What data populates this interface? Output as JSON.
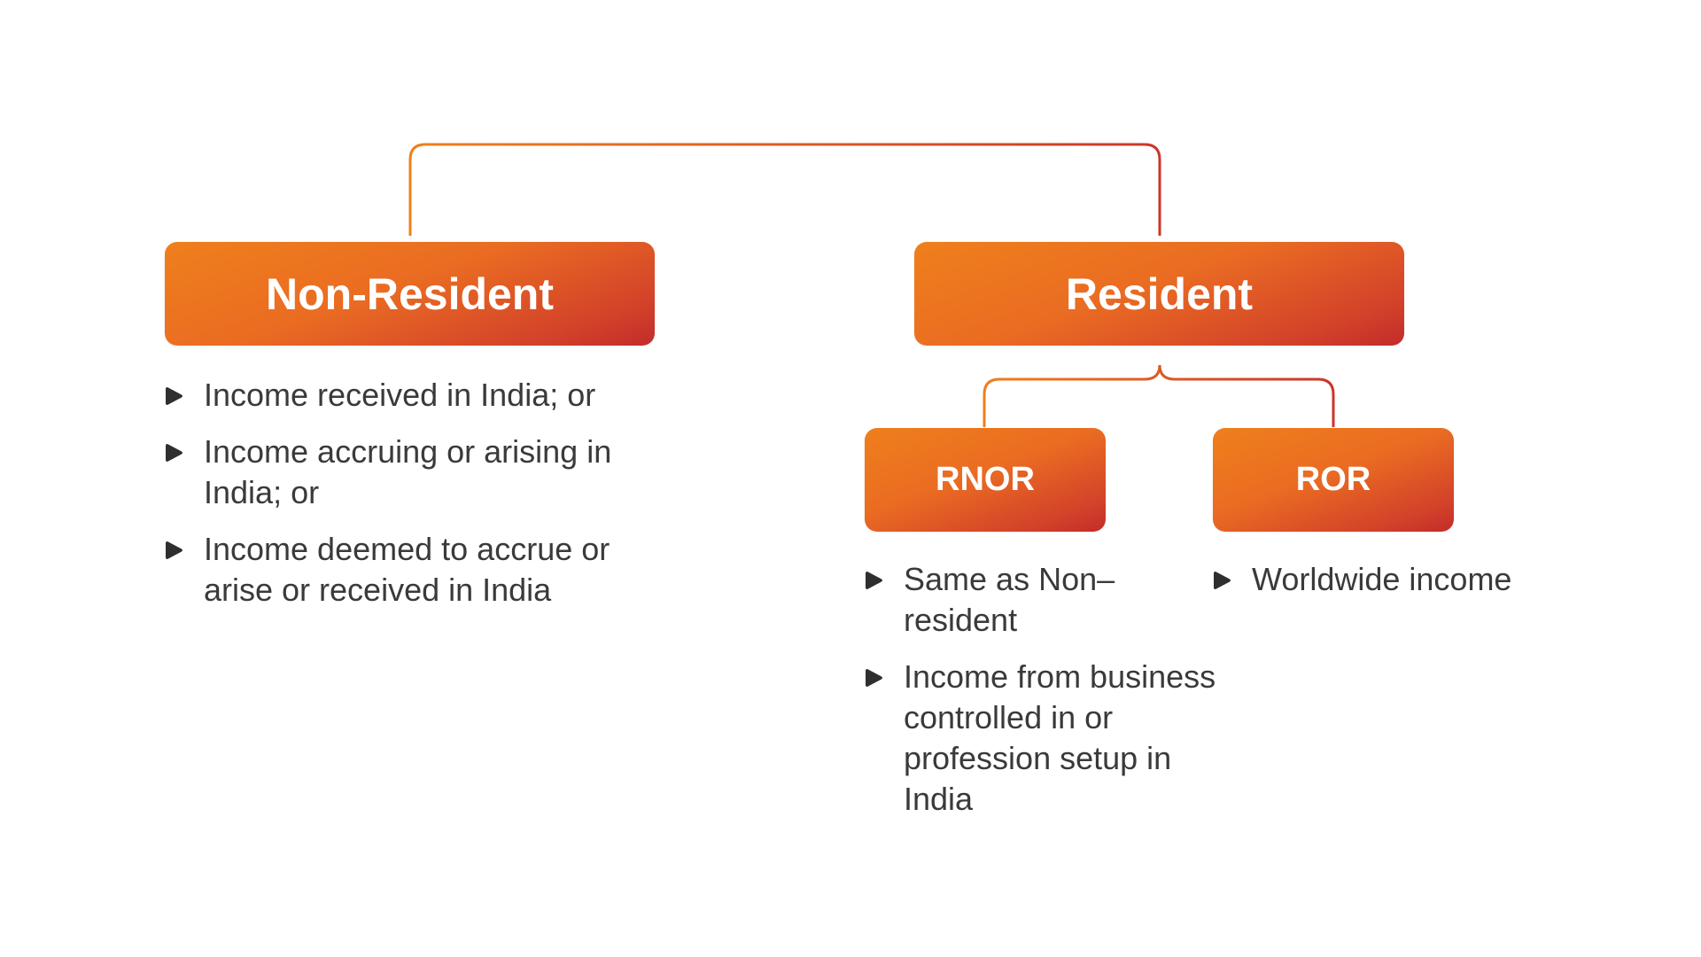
{
  "colors": {
    "gradient_start": "#ef7f1c",
    "gradient_end": "#c22c2a",
    "text": "#3a3a3a",
    "bullet": "#2f2f2f"
  },
  "non_resident": {
    "title": "Non-Resident",
    "items": [
      "Income received in India; or",
      "Income accruing or arising in India; or",
      "Income deemed to accrue or arise or received in India"
    ]
  },
  "resident": {
    "title": "Resident"
  },
  "rnor": {
    "title": "RNOR",
    "items": [
      "Same as Non–resident",
      "Income from business controlled in or profession setup in India"
    ]
  },
  "ror": {
    "title": "ROR",
    "items": [
      "Worldwide income"
    ]
  }
}
